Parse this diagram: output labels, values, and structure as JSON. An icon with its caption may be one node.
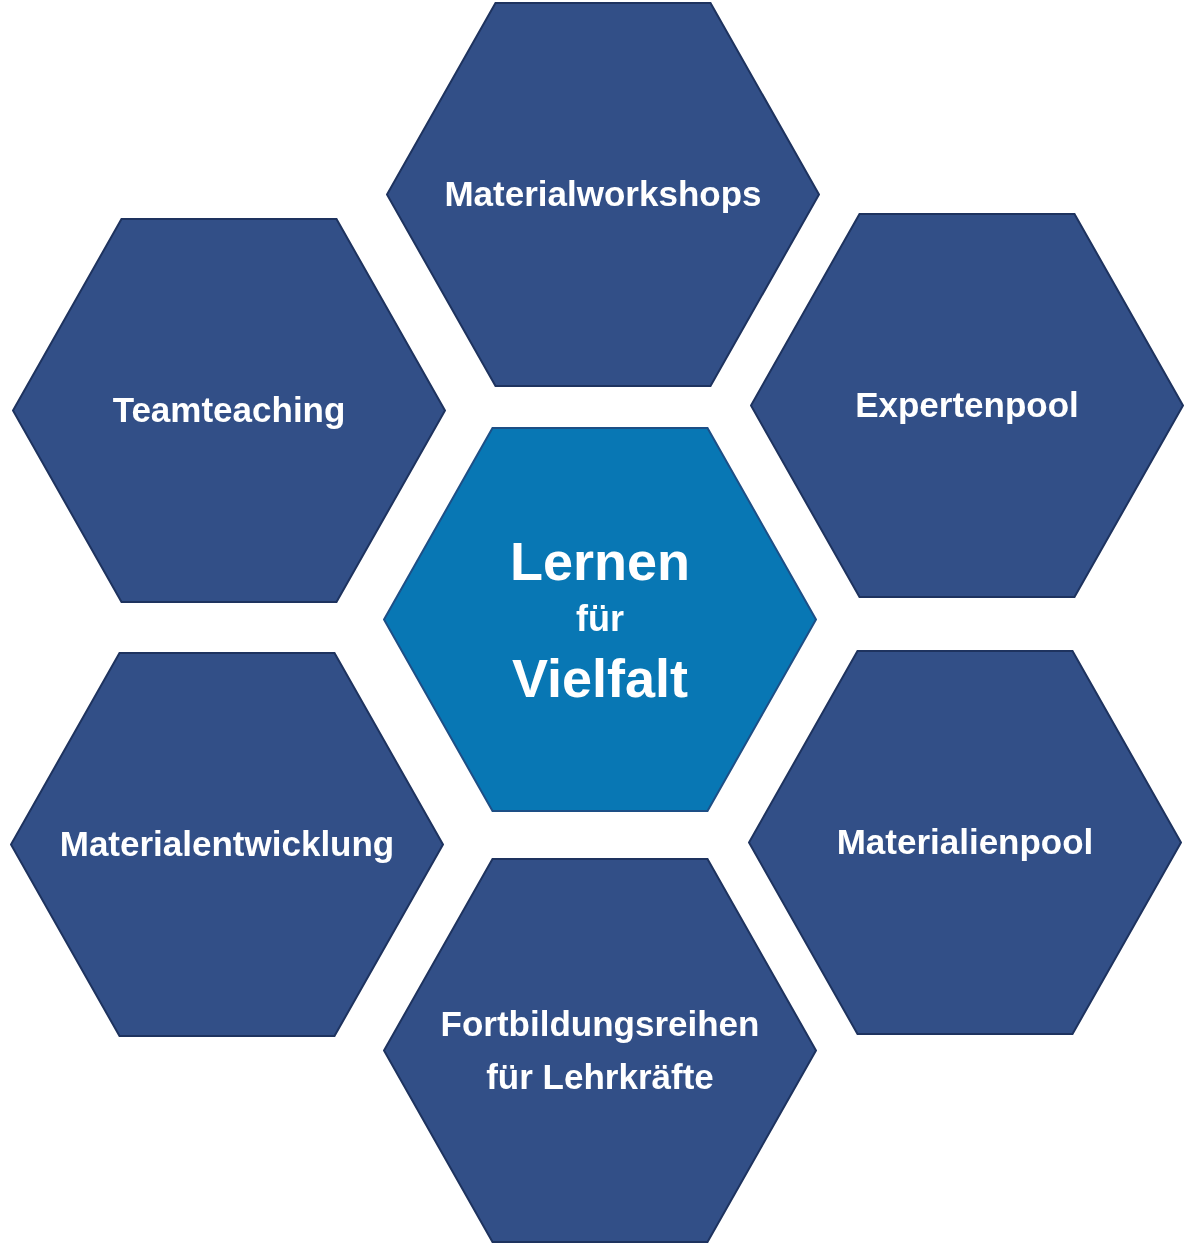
{
  "diagram": {
    "nodes": [
      {
        "text": [
          "Materialworkshops"
        ]
      },
      {
        "text": [
          "Teamteaching"
        ]
      },
      {
        "text": [
          "Expertenpool"
        ]
      },
      {
        "text": [
          "Lernen",
          "für",
          "Vielfalt"
        ]
      },
      {
        "text": [
          "Materialentwicklung"
        ]
      },
      {
        "text": [
          "Materialienpool"
        ]
      },
      {
        "text": [
          "Fortbildungsreihen für Lehrkräfte"
        ]
      }
    ]
  }
}
